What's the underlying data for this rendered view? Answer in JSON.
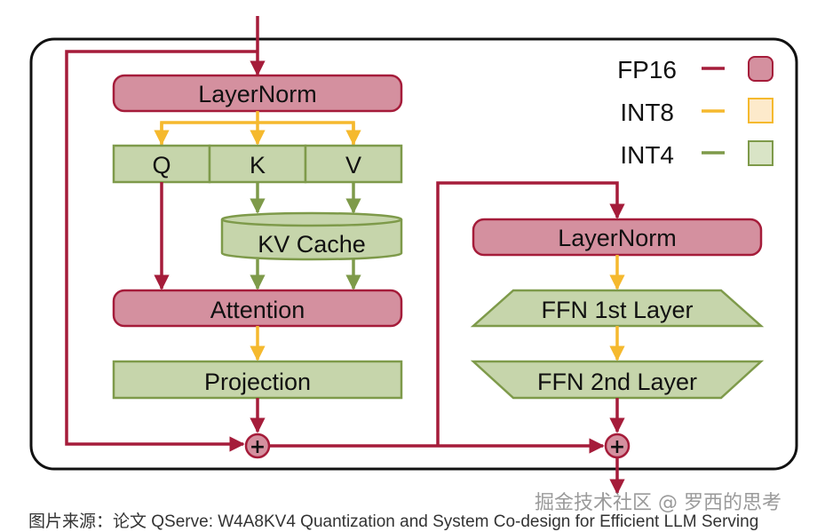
{
  "colors": {
    "fp16_stroke": "#a51c3a",
    "fp16_fill": "#d4909f",
    "int8_stroke": "#f5b92e",
    "int8_fill": "#fdeacb",
    "int4_stroke": "#7e9a4a",
    "int4_fill": "#c6d5ab",
    "frame": "#111111"
  },
  "legend": [
    {
      "label": "FP16",
      "swatch": "rounded"
    },
    {
      "label": "INT8",
      "swatch": "square"
    },
    {
      "label": "INT4",
      "swatch": "square"
    }
  ],
  "attention_block": {
    "layernorm": "LayerNorm",
    "q": "Q",
    "k": "K",
    "v": "V",
    "kv_cache": "KV Cache",
    "attention": "Attention",
    "projection": "Projection",
    "add": "+"
  },
  "ffn_block": {
    "layernorm": "LayerNorm",
    "ffn1": "FFN 1st Layer",
    "ffn2": "FFN 2nd Layer",
    "add": "+"
  },
  "caption": "图片来源：论文 QServe: W4A8KV4 Quantization and System Co-design for Efficient LLM Serving",
  "watermark": "掘金技术社区 @ 罗西的思考"
}
